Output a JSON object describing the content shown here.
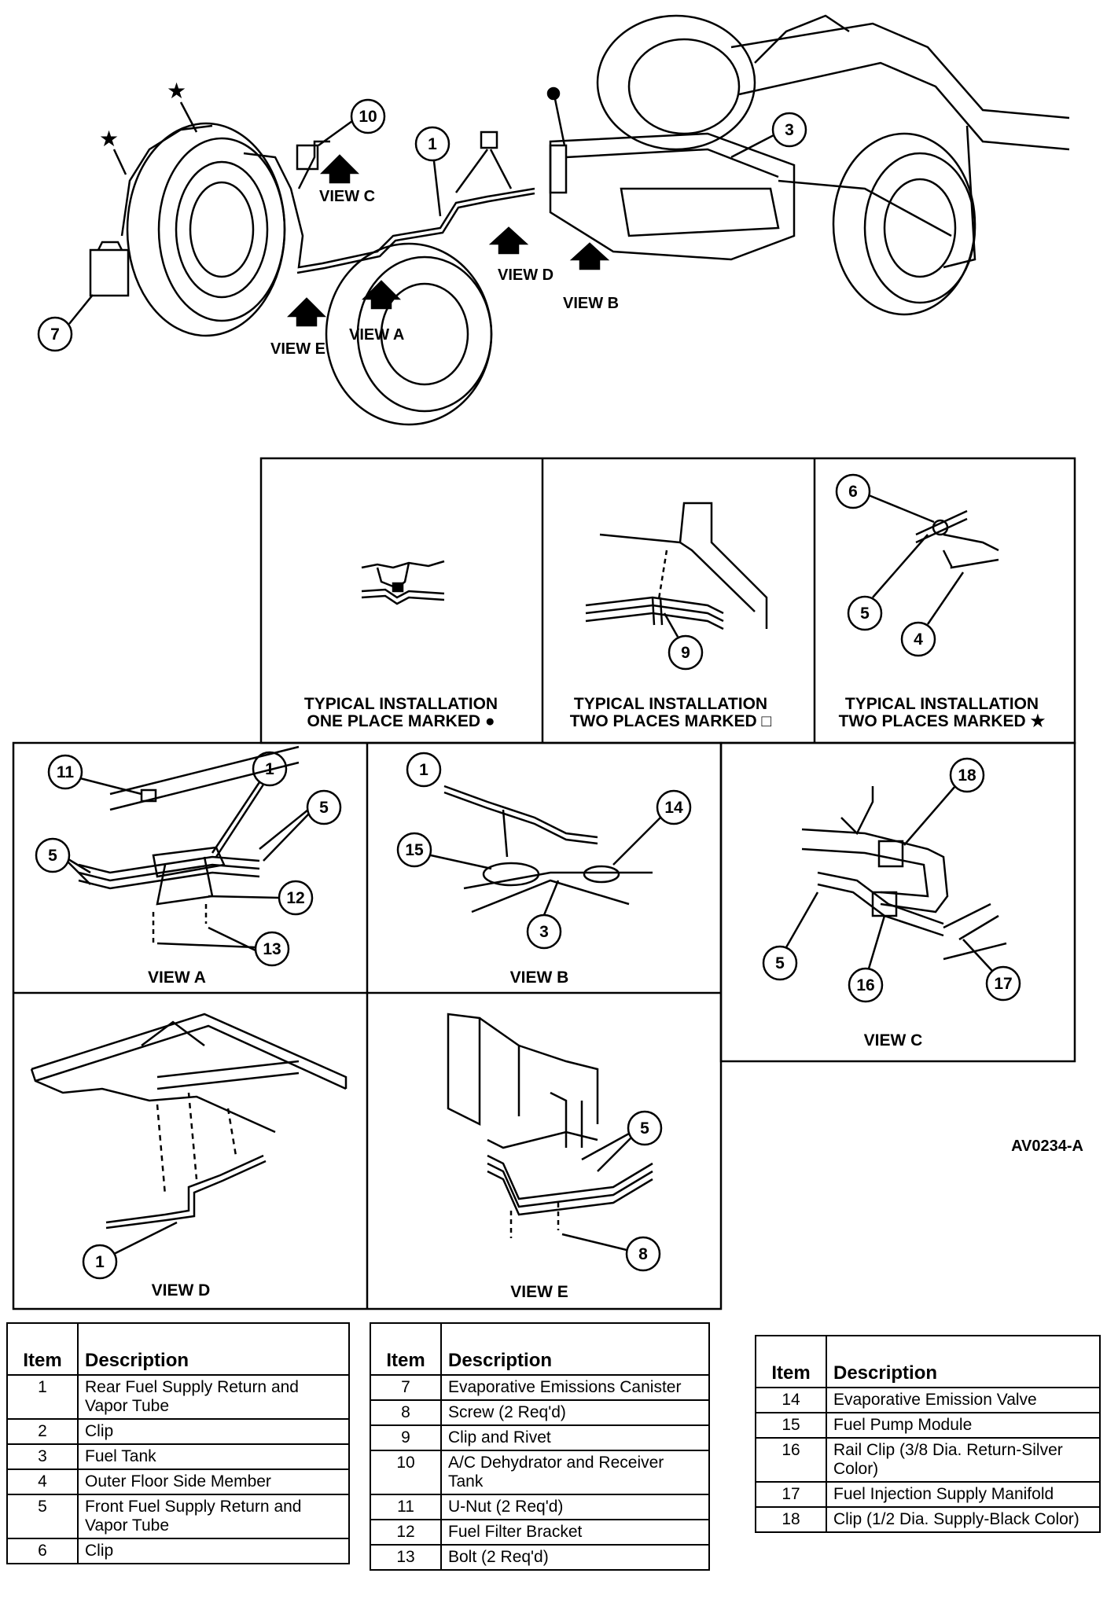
{
  "overview_labels": {
    "view_c": "VIEW C",
    "view_d": "VIEW D",
    "view_b": "VIEW B",
    "view_a": "VIEW A",
    "view_e": "VIEW E"
  },
  "callouts": {
    "c1": "1",
    "c3": "3",
    "c7": "7",
    "c10": "10"
  },
  "typical": [
    {
      "line1": "TYPICAL INSTALLATION",
      "line2": "ONE PLACE MARKED ●"
    },
    {
      "line1": "TYPICAL INSTALLATION",
      "line2": "TWO PLACES MARKED □"
    },
    {
      "line1": "TYPICAL INSTALLATION",
      "line2": "TWO PLACES MARKED ★"
    }
  ],
  "detail_callouts": {
    "t9": "9",
    "t6": "6",
    "t5": "5",
    "t4": "4",
    "a11": "11",
    "a1": "1",
    "a5r": "5",
    "a5l": "5",
    "a12": "12",
    "a13": "13",
    "b1": "1",
    "b14": "14",
    "b15": "15",
    "b3": "3",
    "c18": "18",
    "c5": "5",
    "c16": "16",
    "c17": "17",
    "d1": "1",
    "e5": "5",
    "e8": "8"
  },
  "view_captions": {
    "a": "VIEW A",
    "b": "VIEW B",
    "c": "VIEW C",
    "d": "VIEW D",
    "e": "VIEW E"
  },
  "reference": "AV0234-A",
  "legend": {
    "header_item": "Item",
    "header_desc": "Description",
    "table1": [
      {
        "item": "1",
        "desc": "Rear Fuel Supply Return and Vapor Tube"
      },
      {
        "item": "2",
        "desc": "Clip"
      },
      {
        "item": "3",
        "desc": "Fuel Tank"
      },
      {
        "item": "4",
        "desc": "Outer Floor Side Member"
      },
      {
        "item": "5",
        "desc": "Front Fuel Supply Return and Vapor Tube"
      },
      {
        "item": "6",
        "desc": "Clip"
      }
    ],
    "table2": [
      {
        "item": "7",
        "desc": "Evaporative Emissions Canister"
      },
      {
        "item": "8",
        "desc": "Screw (2 Req'd)"
      },
      {
        "item": "9",
        "desc": "Clip and Rivet"
      },
      {
        "item": "10",
        "desc": "A/C Dehydrator and Receiver Tank"
      },
      {
        "item": "11",
        "desc": "U-Nut (2 Req'd)"
      },
      {
        "item": "12",
        "desc": "Fuel Filter Bracket"
      },
      {
        "item": "13",
        "desc": "Bolt (2 Req'd)"
      }
    ],
    "table3": [
      {
        "item": "14",
        "desc": "Evaporative Emission Valve"
      },
      {
        "item": "15",
        "desc": "Fuel Pump Module"
      },
      {
        "item": "16",
        "desc": "Rail Clip (3/8 Dia. Return-Silver Color)"
      },
      {
        "item": "17",
        "desc": "Fuel Injection Supply Manifold"
      },
      {
        "item": "18",
        "desc": "Clip (1/2 Dia. Supply-Black Color)"
      }
    ]
  }
}
